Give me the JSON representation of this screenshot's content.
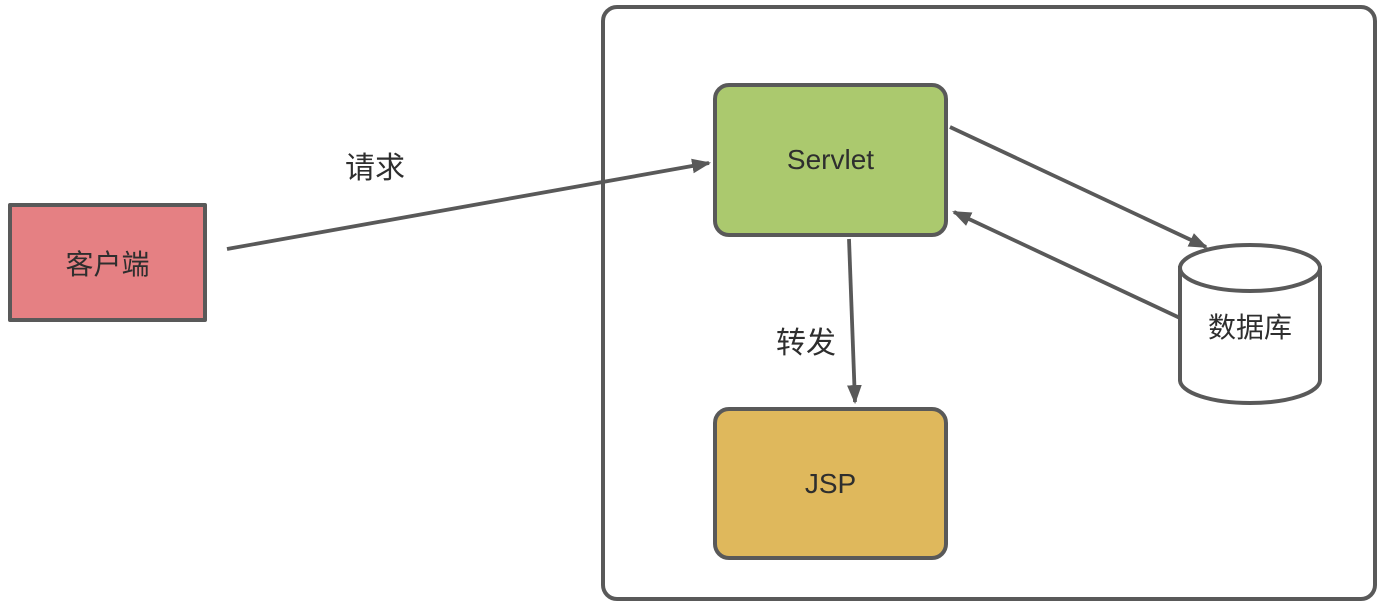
{
  "diagram": {
    "type": "architecture-flow",
    "nodes": {
      "client": {
        "label": "客户端",
        "shape": "rectangle",
        "fill": "#E58083"
      },
      "servlet": {
        "label": "Servlet",
        "shape": "rounded-rectangle",
        "fill": "#ABC96E"
      },
      "jsp": {
        "label": "JSP",
        "shape": "rounded-rectangle",
        "fill": "#DFB85C"
      },
      "database": {
        "label": "数据库",
        "shape": "cylinder",
        "fill": "#FFFFFF"
      }
    },
    "container": {
      "role": "server-boundary",
      "contains": [
        "servlet",
        "jsp"
      ]
    },
    "edges": [
      {
        "id": "request",
        "label": "请求",
        "from": "client",
        "to": "servlet"
      },
      {
        "id": "forward",
        "label": "转发",
        "from": "servlet",
        "to": "jsp"
      },
      {
        "id": "servlet-to-database",
        "label": "",
        "from": "servlet",
        "to": "database"
      },
      {
        "id": "database-to-servlet",
        "label": "",
        "from": "database",
        "to": "servlet"
      }
    ],
    "stroke_color": "#595959",
    "text_color": "#2E2E2E",
    "background_color": "#FFFFFF"
  }
}
